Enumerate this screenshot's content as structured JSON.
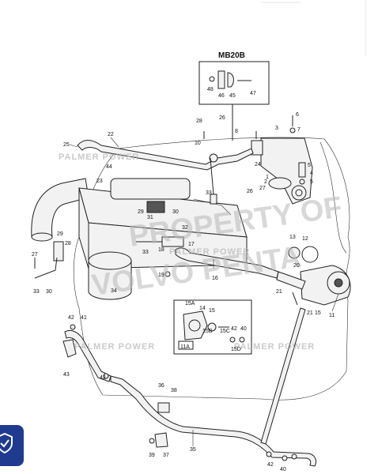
{
  "inset_title": "MB20B",
  "watermark": {
    "line1": "PROPERTY OF",
    "line2": "VOLVO PENTA",
    "brand": "PALMER POWER"
  },
  "callouts": {
    "c1": "1",
    "c2": "2",
    "c3": "3",
    "c4": "4",
    "c5a": "5",
    "c5b": "5",
    "c6": "6",
    "c7": "7",
    "c8": "8",
    "c10": "10",
    "c11": "11",
    "c12": "12",
    "c13": "13",
    "c14": "14",
    "c15a": "15",
    "c15b": "15",
    "c15A": "15A",
    "c15B": "15B",
    "c15C": "15C",
    "c15D": "15D",
    "c16": "16",
    "c17": "17",
    "c18": "18",
    "c19": "19",
    "c20": "20",
    "c21a": "21",
    "c21b": "21",
    "c22": "22",
    "c23": "23",
    "c24": "24",
    "c25": "25",
    "c26a": "26",
    "c26b": "26",
    "c27a": "27",
    "c27b": "27",
    "c28a": "28",
    "c28b": "28",
    "c29a": "29",
    "c29b": "29",
    "c30a": "30",
    "c30b": "30",
    "c31": "31",
    "c32": "32",
    "c33a": "33",
    "c33b": "33",
    "c34": "34",
    "c35": "35",
    "c36": "36",
    "c37": "37",
    "c38": "38",
    "c39": "39",
    "c40a": "40",
    "c40b": "40",
    "c41": "41",
    "c42a": "42",
    "c42b": "42",
    "c42c": "42",
    "c42d": "42",
    "c43": "43",
    "c44": "44",
    "c45": "45",
    "c46": "46",
    "c47": "47",
    "c48": "48",
    "c11A": "11A"
  },
  "badge": {
    "icon": "shield-check-icon",
    "color": "#1f3b8f"
  }
}
